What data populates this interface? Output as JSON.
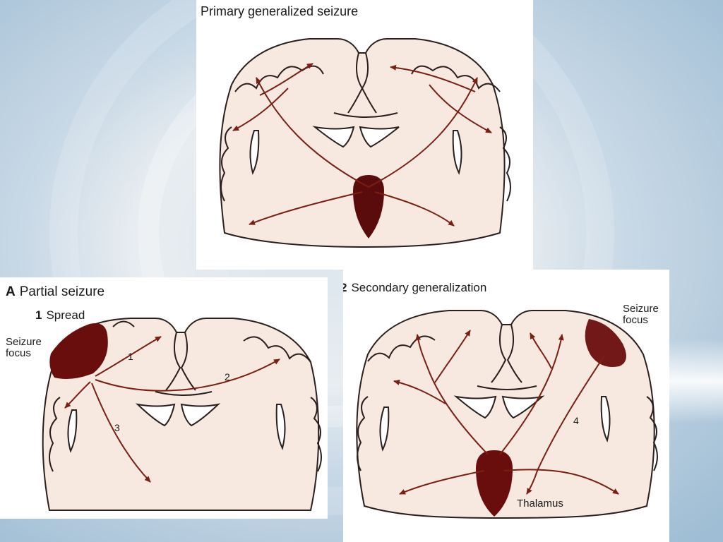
{
  "colors": {
    "background": "#b8cfe0",
    "brain_fill": "#f7e9df",
    "outline": "#2a1f1f",
    "arrow": "#7a1f14",
    "lesion": "#5a0b0b"
  },
  "panels": {
    "primary": {
      "title": "Primary generalized seizure"
    },
    "partial": {
      "title_letter": "A",
      "title": "Partial seizure",
      "subtitle_number": "1",
      "subtitle": "Spread",
      "label_focus": "Seizure\nfocus",
      "path_numbers": [
        "1",
        "2",
        "3"
      ]
    },
    "secondary": {
      "title_number": "2",
      "title": "Secondary generalization",
      "label_focus": "Seizure\nfocus",
      "label_thalamus": "Thalamus",
      "path_number": "4"
    }
  }
}
